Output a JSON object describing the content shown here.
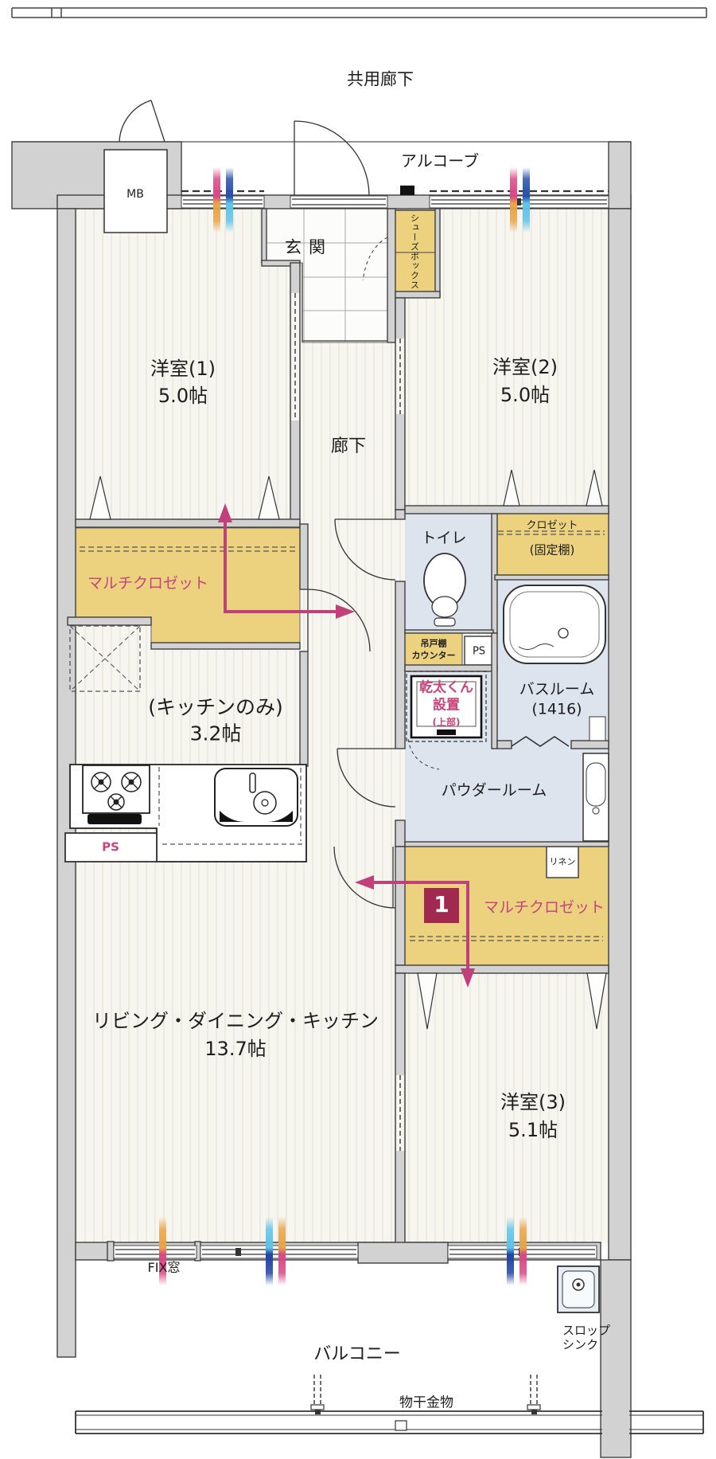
{
  "colors": {
    "closet_yellow": "#ecd17e",
    "wet_area_blue": "#dde4ee",
    "floor_cream": "#f7f5ef",
    "wall_gray": "#d2d2d2",
    "line_dark": "#3a3a3a",
    "accent_pink": "#c5457c",
    "route_badge_red": "#a12950",
    "marker_pink": "#d84886",
    "marker_orange": "#e8a448",
    "marker_navy": "#2a4fa8",
    "marker_cyan": "#5fc3e8"
  },
  "labels": {
    "common_corridor": "共用廊下",
    "alcove": "アルコーブ",
    "meter_box": "MB",
    "entrance": "玄関",
    "shoe_box": "シューズボックス",
    "room1_name": "洋室(1)",
    "room1_size": "5.0帖",
    "room2_name": "洋室(2)",
    "room2_size": "5.0帖",
    "hallway": "廊下",
    "toilet": "トイレ",
    "closet": "クロゼット",
    "closet_note": "(固定棚)",
    "multi_closet_1": "マルチクロゼット",
    "kitchen_note": "(キッチンのみ)",
    "kitchen_size": "3.2帖",
    "hanging_cupboard": "吊戸棚",
    "counter": "カウンター",
    "ps_bath": "PS",
    "dryer_line1": "乾太くん",
    "dryer_line2": "設置",
    "dryer_line3": "(上部)",
    "bathroom": "バスルーム",
    "bathroom_size": "(1416)",
    "powder_room": "パウダールーム",
    "linen": "リネン",
    "route_no": "1",
    "multi_closet_2": "マルチクロゼット",
    "ldk_name": "リビング・ダイニング・キッチン",
    "ldk_size": "13.7帖",
    "room3_name": "洋室(3)",
    "room3_size": "5.1帖",
    "fix_window": "FIX窓",
    "slop_sink_line1": "スロップ",
    "slop_sink_line2": "シンク",
    "balcony": "バルコニー",
    "laundry_hardware": "物干金物",
    "ps_kitchen": "PS"
  }
}
